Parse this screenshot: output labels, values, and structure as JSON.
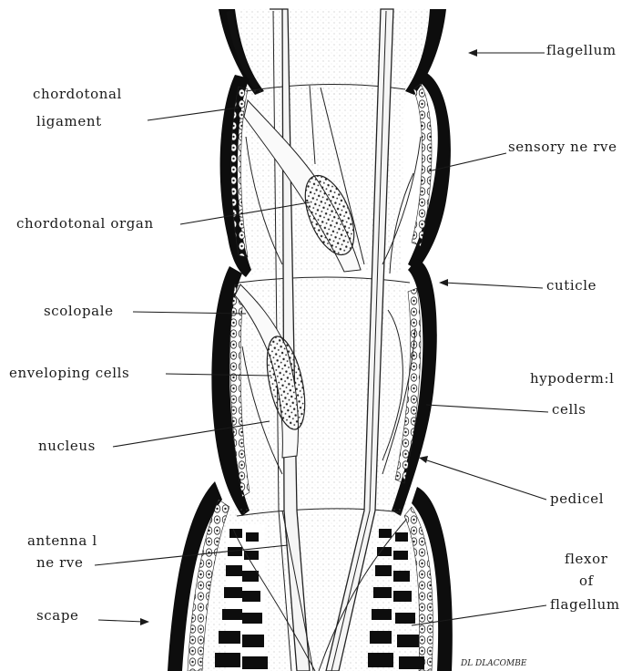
{
  "diagram": {
    "labels": {
      "flagellum": "flagellum",
      "chordotonal_ligament_1": "chordotonal",
      "chordotonal_ligament_2": "ligament",
      "sensory_nerve": "sensory ne rve",
      "chordotonal_organ": "chordotonal organ",
      "cuticle": "cuticle",
      "scolopale": "scolopale",
      "enveloping_cells": "enveloping cells",
      "hypodermal_1": "hypoderm:l",
      "hypodermal_2": "cells",
      "nucleus": "nucleus",
      "pedicel": "pedicel",
      "antennal_1": "antenna l",
      "antennal_2": "ne rve",
      "flexor_1": "flexor",
      "flexor_2": "of",
      "flexor_3": "flagellum",
      "scape": "scape",
      "signature": "DL DLACOMBE"
    }
  }
}
